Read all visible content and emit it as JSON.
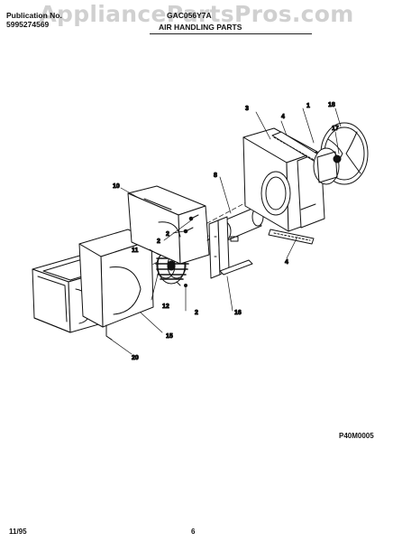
{
  "header": {
    "publication_label": "Publication No.",
    "publication_number": "5995274569",
    "model": "GAC056Y7A",
    "section": "AIR HANDLING PARTS"
  },
  "watermark": "AppliancePartsPros.com",
  "diagram_code": "P40M0005",
  "footer": {
    "date": "11/95",
    "page": "6"
  },
  "callouts": {
    "c1": "1",
    "c2a": "2",
    "c2b": "2",
    "c2c": "2",
    "c3": "3",
    "c4a": "4",
    "c4b": "4",
    "c8": "8",
    "c10": "10",
    "c11": "11",
    "c12": "12",
    "c15": "15",
    "c16": "16",
    "c17": "17",
    "c18": "18",
    "c20": "20"
  }
}
